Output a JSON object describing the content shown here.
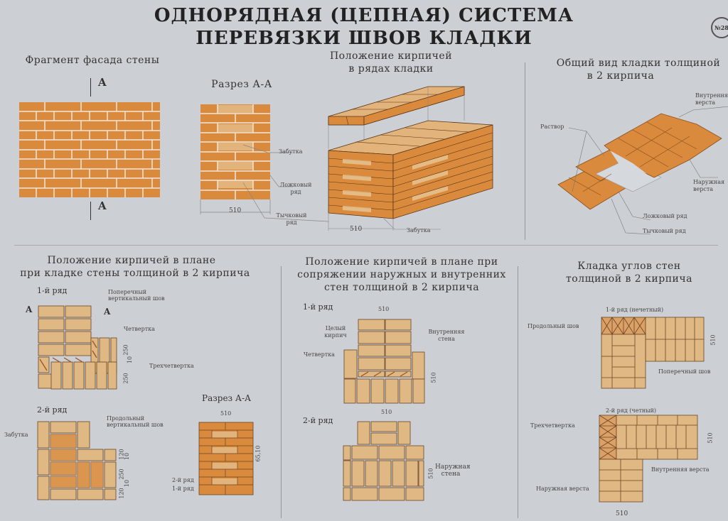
{
  "title": {
    "line1": "ОДНОРЯДНАЯ (ЦЕПНАЯ) СИСТЕМА",
    "line2": "ПЕРЕВЯЗКИ ШВОВ КЛАДКИ"
  },
  "badge": "№28",
  "colors": {
    "background": "#ccd0d4",
    "brick": "#d98a3c",
    "brick_light": "#e2b47c",
    "brick_plan": "#e0b884",
    "mortar": "#f2f2f2",
    "outline": "#5a3415"
  },
  "top": {
    "facade": {
      "heading": "Фрагмент фасада стены",
      "section_mark_top": "A",
      "section_mark_bottom": "A"
    },
    "section": {
      "heading": "Разрез А-А",
      "dimension": "510",
      "labels": {
        "fill": "Забутка",
        "stretcher": "Ложковый ряд",
        "header": "Тычковый ряд"
      }
    },
    "rows_3d": {
      "heading_line1": "Положение кирпичей",
      "heading_line2": "в рядах кладки",
      "dimension": "510",
      "label_fill": "Забутка"
    },
    "general": {
      "heading_line1": "Общий вид кладки толщиной",
      "heading_line2": "в 2 кирпича",
      "labels": {
        "mortar": "Раствор",
        "inner": "Внутренняя верста",
        "outer": "Наружная верста",
        "stretcher_row": "Ложковый ряд",
        "header_row": "Тычковый ряд"
      }
    }
  },
  "bottom": {
    "plan": {
      "heading_line1": "Положение кирпичей в плане",
      "heading_line2": "при кладке стены толщиной в 2 кирпича",
      "row1": "1-й ряд",
      "row2": "2-й ряд",
      "section_mark": "A",
      "labels": {
        "cross_joint": "Поперечный вертикальный шов",
        "quarter": "Четвертка",
        "three_quarter": "Трехчетвертка",
        "long_joint": "Продольный вертикальный шов",
        "fill": "Забутка"
      },
      "dims_row1": [
        "250",
        "10",
        "250"
      ],
      "dims_row2": [
        "120",
        "10",
        "250",
        "10",
        "120"
      ]
    },
    "section_aa": {
      "heading": "Разрез А-А",
      "dimension": "510",
      "dim_side": "65,10",
      "row2": "2-й ряд",
      "row1": "1-й ряд"
    },
    "junction": {
      "heading_line1": "Положение кирпичей в плане при",
      "heading_line2": "сопряжении наружных и внутренних",
      "heading_line3": "стен толщиной в 2 кирпича",
      "row1": "1-й ряд",
      "row2": "2-й ряд",
      "dimension": "510",
      "labels": {
        "whole": "Целый кирпич",
        "quarter": "Четвертка",
        "inner_wall": "Внутренняя стена",
        "outer_wall": "Наружная стена"
      }
    },
    "corners": {
      "heading_line1": "Кладка углов стен",
      "heading_line2": "толщиной в 2 кирпича",
      "row1": "1-й ряд (нечетный)",
      "row2": "2-й ряд (четный)",
      "dimension": "510",
      "labels": {
        "long_joint": "Продольный шов",
        "cross_joint": "Поперечный шов",
        "three_quarter": "Трехчетвертка",
        "inner": "Внутренняя верста",
        "outer": "Наружная верста"
      }
    }
  }
}
